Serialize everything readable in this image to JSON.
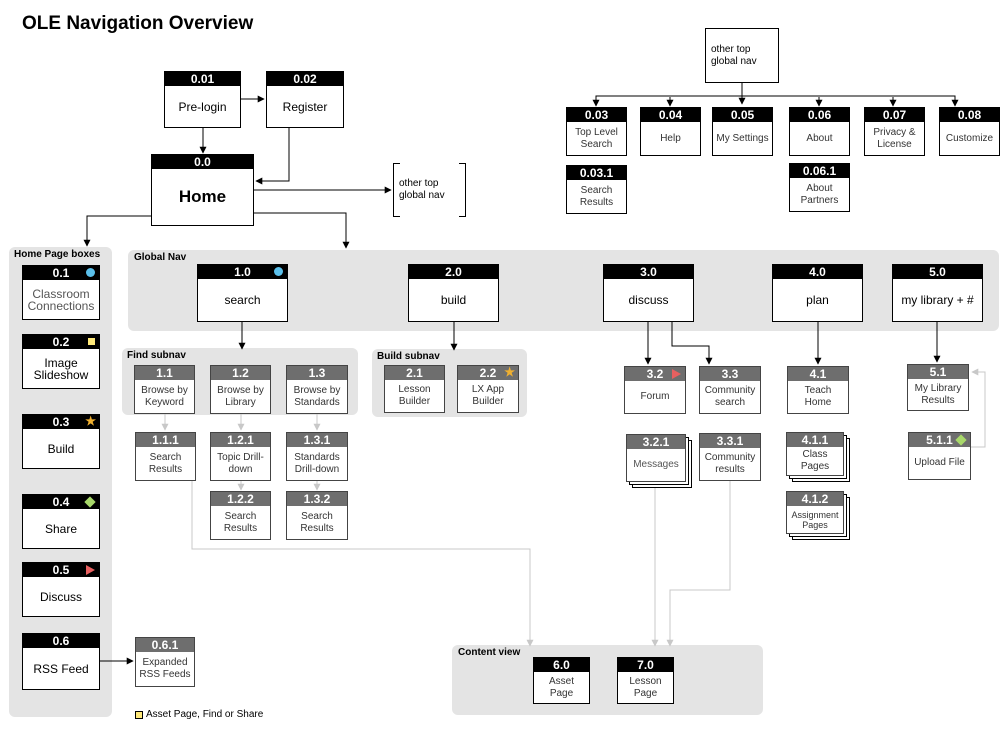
{
  "title": "OLE Navigation Overview",
  "panels": {
    "home_boxes": "Home Page boxes",
    "global_nav": "Global Nav",
    "find_subnav": "Find subnav",
    "build_subnav": "Build subnav",
    "content_view": "Content view"
  },
  "brackets": {
    "top": "other top\nglobal nav",
    "mid": "other top\nglobal nav"
  },
  "nodes": {
    "n0_01": {
      "id": "0.01",
      "label": "Pre-login"
    },
    "n0_02": {
      "id": "0.02",
      "label": "Register"
    },
    "n0_0": {
      "id": "0.0",
      "label": "Home"
    },
    "n0_03": {
      "id": "0.03",
      "label": "Top Level Search"
    },
    "n0_04": {
      "id": "0.04",
      "label": "Help"
    },
    "n0_05": {
      "id": "0.05",
      "label": "My Settings"
    },
    "n0_06": {
      "id": "0.06",
      "label": "About"
    },
    "n0_07": {
      "id": "0.07",
      "label": "Privacy & License"
    },
    "n0_08": {
      "id": "0.08",
      "label": "Customize"
    },
    "n0_03_1": {
      "id": "0.03.1",
      "label": "Search Results"
    },
    "n0_06_1": {
      "id": "0.06.1",
      "label": "About Partners"
    },
    "n0_1": {
      "id": "0.1",
      "label": "Classroom Connections"
    },
    "n0_2": {
      "id": "0.2",
      "label": "Image Slideshow"
    },
    "n0_3": {
      "id": "0.3",
      "label": "Build"
    },
    "n0_4": {
      "id": "0.4",
      "label": "Share"
    },
    "n0_5": {
      "id": "0.5",
      "label": "Discuss"
    },
    "n0_6": {
      "id": "0.6",
      "label": "RSS Feed"
    },
    "n0_6_1": {
      "id": "0.6.1",
      "label": "Expanded RSS Feeds"
    },
    "n1_0": {
      "id": "1.0",
      "label": "search"
    },
    "n2_0": {
      "id": "2.0",
      "label": "build"
    },
    "n3_0": {
      "id": "3.0",
      "label": "discuss"
    },
    "n4_0": {
      "id": "4.0",
      "label": "plan"
    },
    "n5_0": {
      "id": "5.0",
      "label": "my library + #"
    },
    "n1_1": {
      "id": "1.1",
      "label": "Browse by Keyword"
    },
    "n1_2": {
      "id": "1.2",
      "label": "Browse by Library"
    },
    "n1_3": {
      "id": "1.3",
      "label": "Browse by Standards"
    },
    "n1_1_1": {
      "id": "1.1.1",
      "label": "Search Results"
    },
    "n1_2_1": {
      "id": "1.2.1",
      "label": "Topic Drill-down"
    },
    "n1_3_1": {
      "id": "1.3.1",
      "label": "Standards Drill-down"
    },
    "n1_2_2": {
      "id": "1.2.2",
      "label": "Search Results"
    },
    "n1_3_2": {
      "id": "1.3.2",
      "label": "Search Results"
    },
    "n2_1": {
      "id": "2.1",
      "label": "Lesson Builder"
    },
    "n2_2": {
      "id": "2.2",
      "label": "LX App Builder"
    },
    "n3_2": {
      "id": "3.2",
      "label": "Forum"
    },
    "n3_3": {
      "id": "3.3",
      "label": "Community search"
    },
    "n3_2_1": {
      "id": "3.2.1",
      "label": "Messages"
    },
    "n3_3_1": {
      "id": "3.3.1",
      "label": "Community results"
    },
    "n4_1": {
      "id": "4.1",
      "label": "Teach Home"
    },
    "n4_1_1": {
      "id": "4.1.1",
      "label": "Class Pages"
    },
    "n4_1_2": {
      "id": "4.1.2",
      "label": "Assignment Pages"
    },
    "n5_1": {
      "id": "5.1",
      "label": "My Library Results"
    },
    "n5_1_1": {
      "id": "5.1.1",
      "label": "Upload File"
    },
    "n6_0": {
      "id": "6.0",
      "label": "Asset Page"
    },
    "n7_0": {
      "id": "7.0",
      "label": "Lesson Page"
    }
  },
  "legend": "Asset Page, Find or Share",
  "colors": {
    "panel": "#e4e4e4",
    "header_black": "#000000",
    "header_gray": "#6e6e6e",
    "marker_circle": "#5bc0eb",
    "marker_square": "#ffe97a",
    "marker_star": "#f0b030",
    "marker_diamond": "#a8d86a",
    "marker_triangle": "#e86060",
    "connector_gray": "#c8c8c8"
  }
}
